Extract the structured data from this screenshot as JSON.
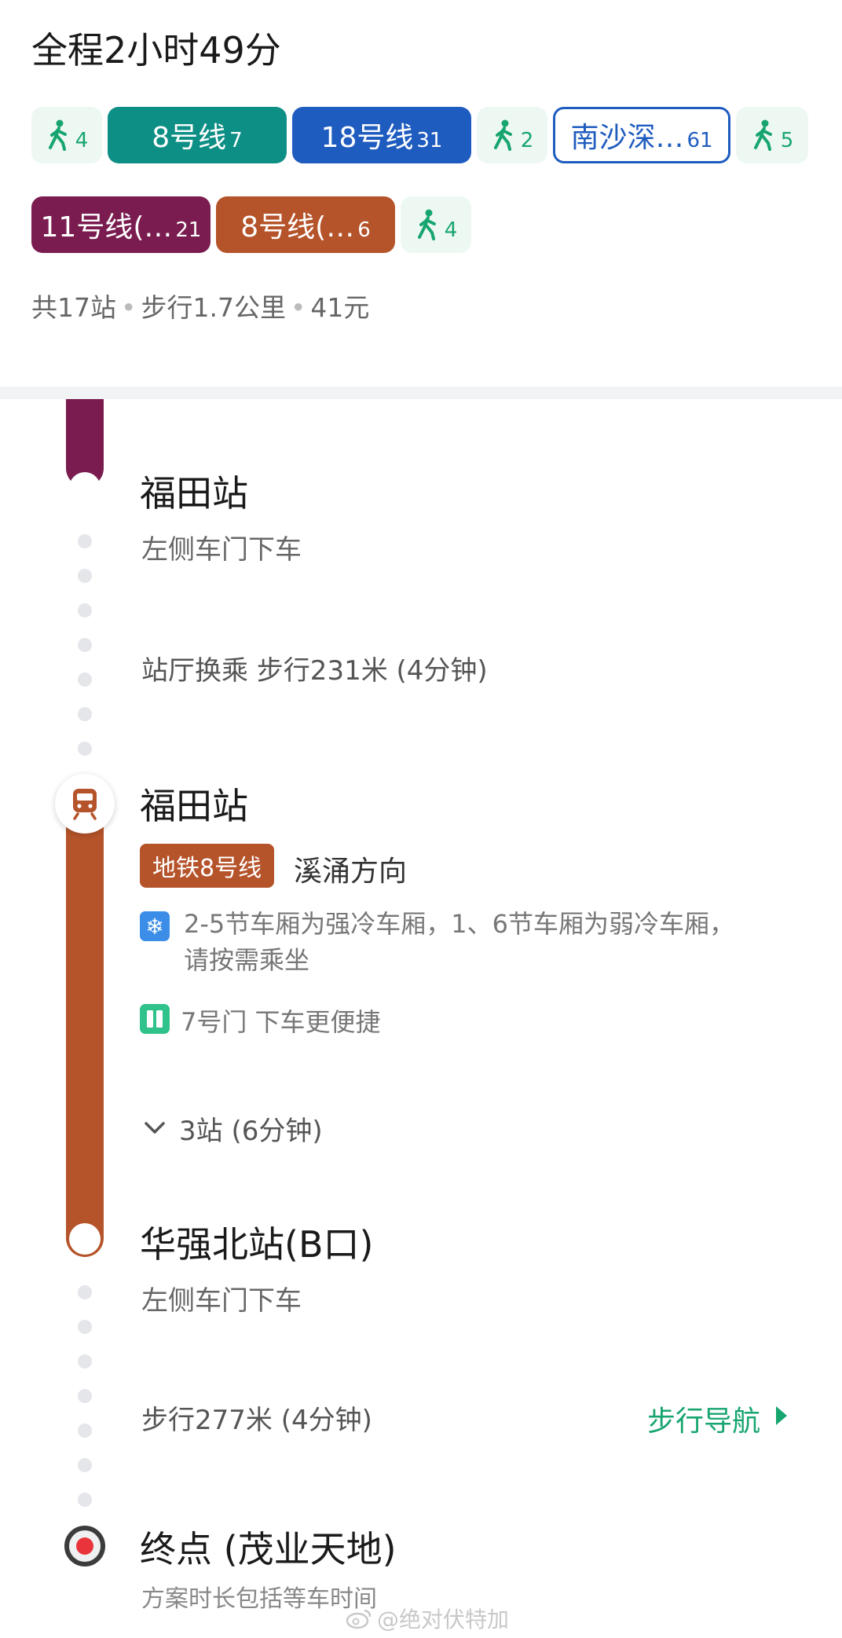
{
  "summary": {
    "total_time": "全程2小时49分",
    "segments": [
      {
        "type": "walk",
        "count": "4"
      },
      {
        "type": "line",
        "name": "8号线",
        "count": "7",
        "color": "#0e8f86"
      },
      {
        "type": "line",
        "name": "18号线",
        "count": "31",
        "color": "#1f5cbf"
      },
      {
        "type": "walk",
        "count": "2"
      },
      {
        "type": "line",
        "name": "南沙深…",
        "count": "61",
        "color": "#1f5cbf",
        "style": "outline"
      },
      {
        "type": "walk",
        "count": "5"
      },
      {
        "type": "line",
        "name": "11号线(…",
        "count": "21",
        "color": "#7a1c4f"
      },
      {
        "type": "line",
        "name": "8号线(…",
        "count": "6",
        "color": "#b5532a"
      },
      {
        "type": "walk",
        "count": "4"
      }
    ],
    "stats": {
      "stations": "共17站",
      "walk": "步行1.7公里",
      "fare": "41元"
    }
  },
  "timeline": {
    "stop1": {
      "name": "福田站",
      "hint": "左侧车门下车"
    },
    "transfer": {
      "text": "站厅换乘 步行231米 (4分钟)"
    },
    "stop2": {
      "name": "福田站",
      "line_tag": "地铁8号线",
      "direction": "溪涌方向",
      "tip_cooling_line1": "2-5节车厢为强冷车厢，1、6节车厢为弱冷车厢，",
      "tip_cooling_line2": "请按需乘坐",
      "tip_door": "7号门 下车更便捷",
      "ride": "3站 (6分钟)"
    },
    "stop3": {
      "name": "华强北站(B口)",
      "hint": "左侧车门下车"
    },
    "walk": {
      "text": "步行277米 (4分钟)",
      "nav_label": "步行导航"
    },
    "end": {
      "name": "终点 (茂业天地)",
      "note": "方案时长包括等车时间"
    }
  },
  "watermark": "@绝对伏特加",
  "colors": {
    "purple_line": "#7a1c4f",
    "orange_line": "#b5532a",
    "walk_green": "#17a56f",
    "blue_line": "#1f5cbf",
    "teal_line": "#0e8f86"
  },
  "icons": [
    "walk-icon",
    "train-icon",
    "snowflake-icon",
    "door-icon",
    "chevron-down-icon",
    "destination-icon",
    "weibo-icon"
  ]
}
